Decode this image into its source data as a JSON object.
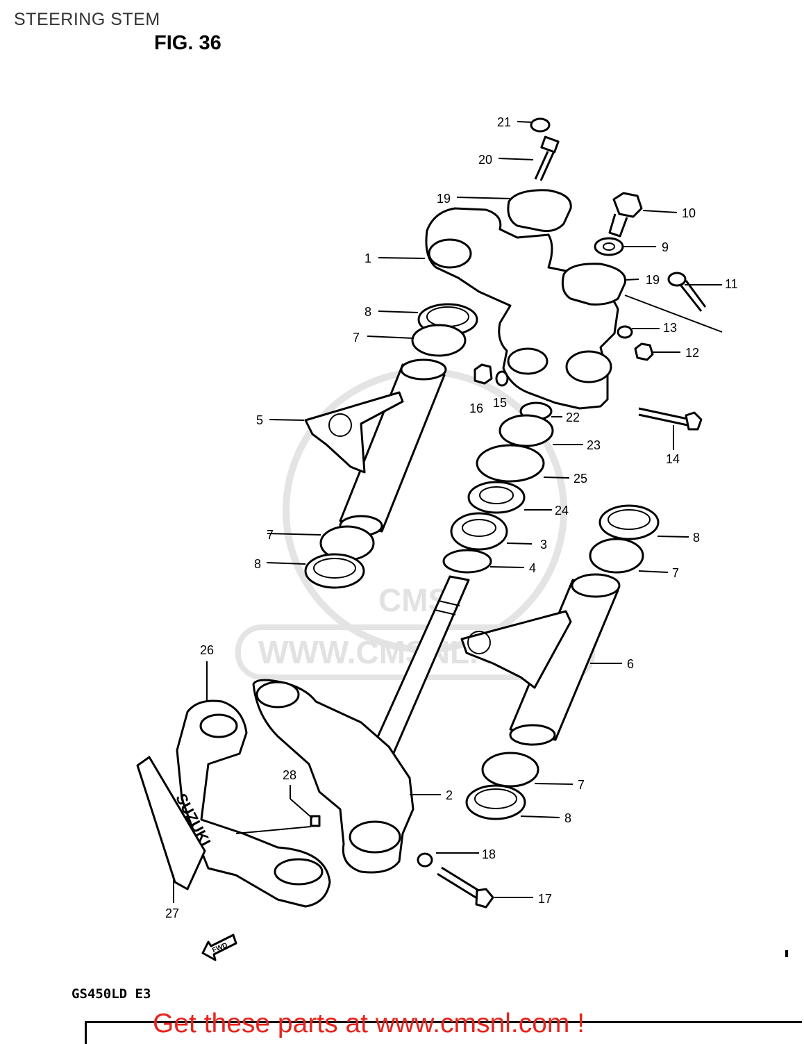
{
  "header": {
    "title": "STEERING STEM",
    "figure": "FIG. 36"
  },
  "watermark": {
    "logo_text": "CMS",
    "url": "WWW.CMSNL.COM"
  },
  "model_code": "GS450LD E3",
  "footer": {
    "text": "Get these parts at www.cmsnl.com !"
  },
  "direction_label": "FWD",
  "brand_plate": "SUZUKI",
  "colors": {
    "footer_text": "#e8231d",
    "line_art": "#000000",
    "watermark": "#e2e2e2"
  },
  "callouts": [
    "21",
    "20",
    "19",
    "10",
    "9",
    "1",
    "19",
    "11",
    "8",
    "7",
    "13",
    "12",
    "16",
    "15",
    "22",
    "5",
    "14",
    "23",
    "25",
    "24",
    "7",
    "8",
    "8",
    "3",
    "4",
    "7",
    "6",
    "26",
    "28",
    "2",
    "7",
    "8",
    "18",
    "27",
    "17"
  ]
}
